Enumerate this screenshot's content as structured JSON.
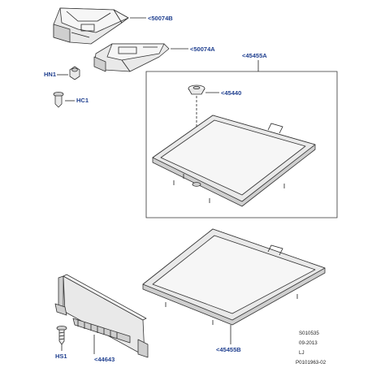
{
  "callouts": {
    "c50074B": "<50074B",
    "c50074A": "<50074A",
    "c45455A": "<45455A",
    "cHN1": "HN1",
    "cHC1": "HC1",
    "c45440": "<45440",
    "cHS1": "HS1",
    "c44643": "<44643",
    "c45455B": "<45455B"
  },
  "reference": {
    "code": "S010535",
    "date": "09-2013",
    "initials": "LJ",
    "illustration_id": "P0101963-02"
  },
  "colors": {
    "callout_text": "#1f3f8f",
    "line": "#222222",
    "part_fill": "#e9e9e9"
  }
}
